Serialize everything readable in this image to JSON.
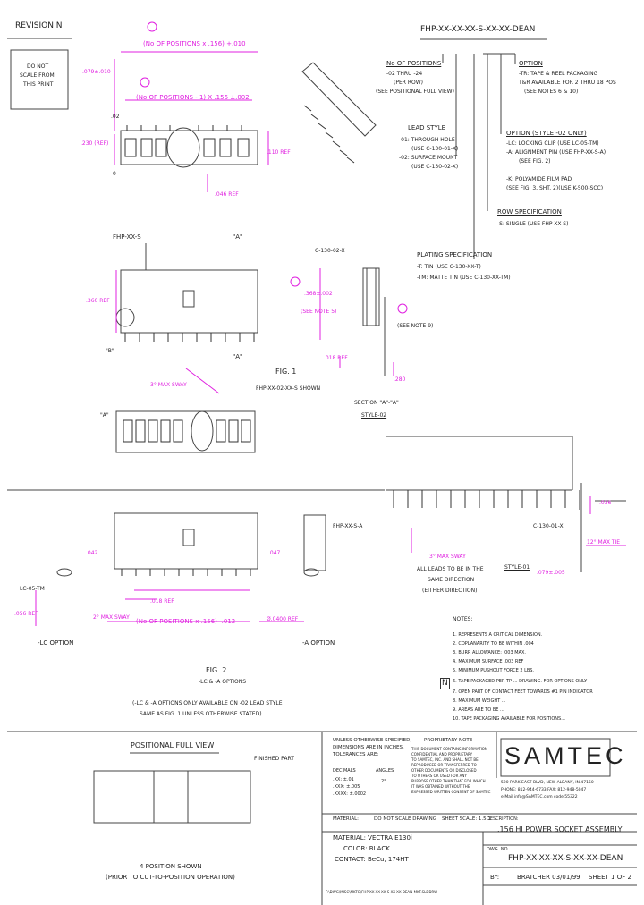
{
  "revision": "REVISION N",
  "scale_note": [
    "DO NOT",
    "SCALE FROM",
    "THIS PRINT"
  ],
  "part_number": "FHP-XX-XX-XX-S-XX-XX-DEAN",
  "top_dims": {
    "n_pos_156": "(No OF POSITIONS x .156) +.010",
    "n_pos_minus_1": "(No OF POSITIONS - 1) X .156 ±.002",
    "d079": ".079±.010",
    "d02": ".02",
    "d230": ".230 (REF)",
    "d0": "0",
    "d110": ".110 REF",
    "d046": ".046 REF"
  },
  "callouts": {
    "positions": {
      "title": "No OF POSITIONS",
      "lines": [
        "-02 THRU -24",
        "(PER ROW)",
        "(SEE POSITIONAL FULL VIEW)"
      ]
    },
    "lead_style": {
      "title": "LEAD STYLE",
      "lines": [
        "-01: THROUGH HOLE",
        "(USE C-130-01-X)",
        "-02: SURFACE MOUNT",
        "(USE C-130-02-X)"
      ]
    },
    "option1": {
      "title": "OPTION",
      "lines": [
        "-TR: TAPE & REEL PACKAGING",
        "T&R AVAILABLE FOR 2 THRU 18 POS",
        "(SEE NOTES 6 & 10)"
      ]
    },
    "option2": {
      "title": "OPTION (STYLE -02 ONLY)",
      "lines": [
        "-LC: LOCKING CLIP (USE LC-05-TM)",
        "-A: ALIGNMENT PIN (USE FHP-XX-S-A)",
        "(SEE FIG. 2)",
        "-K: POLYAMIDE FILM PAD",
        "(SEE FIG. 3, SHT. 2)(USE K-500-SCC)"
      ]
    },
    "row": {
      "title": "ROW SPECIFICATION",
      "lines": [
        "-S: SINGLE (USE FHP-XX-S)"
      ]
    },
    "plating": {
      "title": "PLATING SPECIFICATION",
      "lines": [
        "-T: TIN (USE C-130-XX-T)",
        "-TM: MATTE TIN (USE C-130-XX-TM)"
      ]
    }
  },
  "fig1": {
    "part_label": "FHP-XX-S",
    "a_top": "\"A\"",
    "a_bot": "\"A\"",
    "d360": ".360 REF",
    "b": "\"B\"",
    "contact": "C-130-02-X",
    "d368": ".368±.002",
    "see_note5": "(SEE NOTE 5)",
    "d018": ".018 REF",
    "d280": ".280",
    "see_note9": "(SEE NOTE 9)",
    "sway": "3° MAX SWAY",
    "title": "FIG. 1",
    "subtitle": "FHP-XX-02-XX-S SHOWN",
    "section": "SECTION \"A\"-\"A\"",
    "style": "STYLE-02",
    "view_a": "\"A\""
  },
  "detail_right": {
    "d036": ".036",
    "contact": "C-130-01-X",
    "max_tie": "12° MAX TIE",
    "d079": ".079±.005",
    "sway": "3° MAX SWAY",
    "all_leads": [
      "ALL LEADS TO BE IN THE",
      "SAME DIRECTION",
      "(EITHER DIRECTION)"
    ],
    "style": "STYLE-01"
  },
  "fig2": {
    "d042": ".042",
    "lc_part": "LC-05-TM",
    "d056": ".056 REF",
    "d018": ".018 REF",
    "sway": "2° MAX SWAY",
    "n_pos": "(No OF POSITIONS x .156) -.012",
    "d047": ".047",
    "part_a": "FHP-XX-S-A",
    "d040": "Ø.0400 REF",
    "lc_opt": "-LC OPTION",
    "a_opt": "-A OPTION",
    "title": "FIG. 2",
    "subtitle": "-LC & -A OPTIONS",
    "note1": "(-LC & -A OPTIONS ONLY AVAILABLE ON -02 LEAD STYLE",
    "note2": "SAME AS FIG. 1 UNLESS OTHERWISE STATED)"
  },
  "notes": {
    "header": "NOTES:",
    "items": [
      "1. REPRESENTS A CRITICAL DIMENSION.",
      "2. COPLANARITY TO BE WITHIN .004",
      "3. BURR ALLOWANCE: .003 MAX.",
      "4. MAXIMUM SURFACE .003 REF",
      "5. MINIMUM PUSHOUT FORCE 2 LBS.",
      "6. TAPE PACKAGED PER TP-... DRAWING. FOR OPTIONS ONLY",
      "7. OPEN PART OF CONTACT FEET TOWARDS #1 PIN INDICATOR",
      "8. MAXIMUM WEIGHT ...",
      "9. AREAS ARE TO BE ...",
      "10. TAPE PACKAGING AVAILABLE FOR POSITIONS..."
    ],
    "n_mark": "N"
  },
  "positional": {
    "title": "POSITIONAL FULL VIEW",
    "finished": "FINISHED PART",
    "shown": "4 POSITION SHOWN",
    "cut": "(PRIOR TO CUT-TO-POSITION OPERATION)"
  },
  "title_block": {
    "unless": [
      "UNLESS OTHERWISE SPECIFIED,",
      "DIMENSIONS ARE IN INCHES.",
      "TOLERANCES ARE:"
    ],
    "decimals": "DECIMALS",
    "angles": "ANGLES",
    "tol1": ".XX: ±.01",
    "tol2": ".XXX: ±.005",
    "tol3": ".XXXX: ±.0002",
    "ang": "2°",
    "proprietary": "PROPRIETARY NOTE",
    "prop_lines": [
      "THIS DOCUMENT CONTAINS INFORMATION",
      "CONFIDENTIAL AND PROPRIETARY",
      "TO SAMTEC, INC. AND SHALL NOT BE",
      "REPRODUCED OR TRANSFERRED TO",
      "OTHER DOCUMENTS OR DISCLOSED",
      "TO OTHERS OR USED FOR ANY",
      "PURPOSE OTHER THAN THAT FOR WHICH",
      "IT WAS OBTAINED WITHOUT THE",
      "EXPRESSED WRITTEN CONSENT OF SAMTEC"
    ],
    "material_hdr": "MATERIAL:",
    "do_not_scale": "DO NOT SCALE DRAWING",
    "sheet_scale": "SHEET SCALE: 1.5:1",
    "material": "MATERIAL: VECTRA E130i",
    "color": "COLOR: BLACK",
    "contact": "CONTACT: BeCu, 174HT",
    "brand": "SAMTEC",
    "addr1": "520 PARK EAST BLVD, NEW ALBANY, IN 47150",
    "addr2": "PHONE: 812-944-6733  FAX: 812-948-5047",
    "addr3": "e-Mail info@SAMTEC.com  code 55322",
    "desc_label": "DESCRIPTION:",
    "desc": ".156 HI POWER SOCKET ASSEMBLY",
    "dwg_label": "DWG. NO.",
    "dwg": "FHP-XX-XX-XX-S-XX-XX-DEAN",
    "by": "BY:",
    "author": "BRATCHER 03/01/99",
    "sheet": "SHEET 1 OF 2",
    "file": "F:\\DWG\\MISC\\MKTG\\FHP-XX-XX-XX-S-XX-XX-DEAN-MKT.SLDDRW"
  }
}
